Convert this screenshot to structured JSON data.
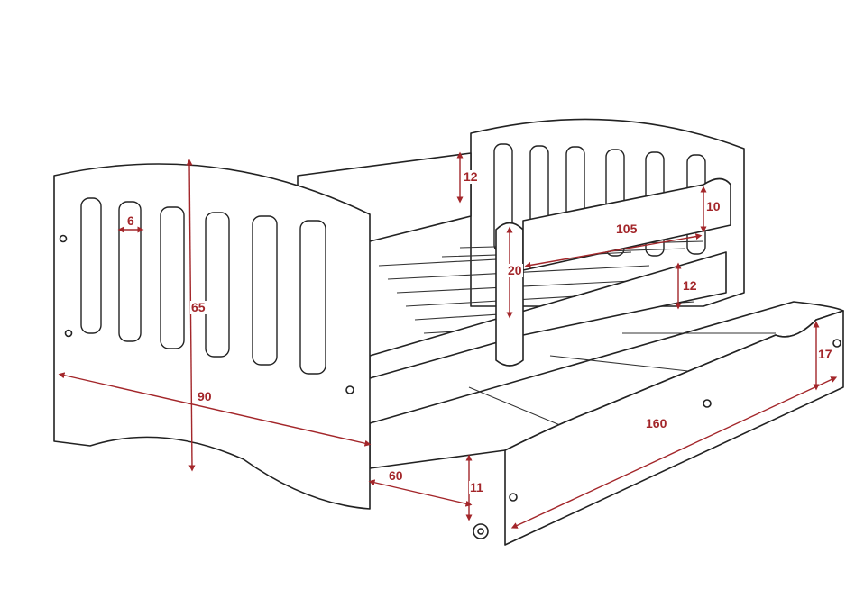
{
  "title": "Children's bed with drawer - dimensions",
  "dimension_color": "#a3262a",
  "dimensions": {
    "back_rail_height": "12",
    "slot_width": "6",
    "guard_rail_height": "10",
    "guard_rail_length": "105",
    "guard_height": "20",
    "side_rail_height": "12",
    "headboard_height": "65",
    "bed_width": "90",
    "drawer_height": "17",
    "drawer_length": "160",
    "drawer_depth": "60",
    "floor_clearance": "11"
  }
}
